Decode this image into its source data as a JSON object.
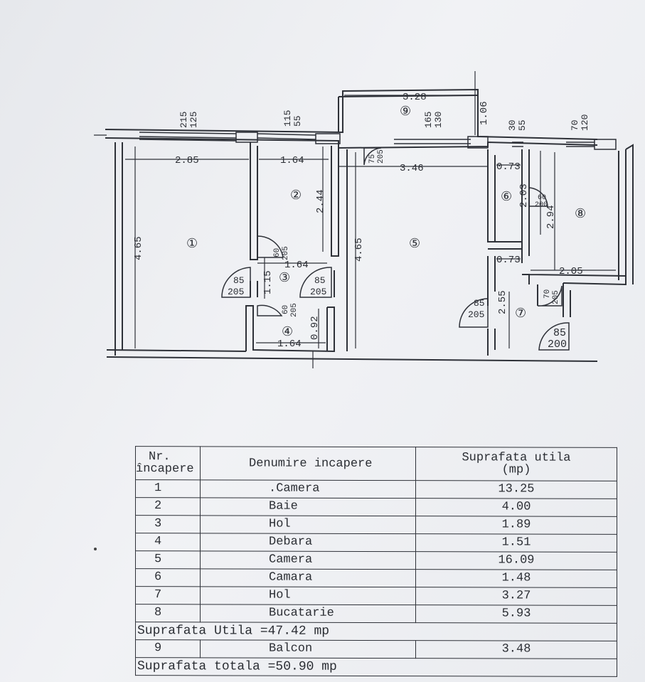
{
  "plan": {
    "rooms": [
      {
        "no": "①"
      },
      {
        "no": "②"
      },
      {
        "no": "③"
      },
      {
        "no": "④"
      },
      {
        "no": "⑤"
      },
      {
        "no": "⑥"
      },
      {
        "no": "⑦"
      },
      {
        "no": "⑧"
      },
      {
        "no": "⑨"
      }
    ],
    "dimensions": {
      "d_2_85": "2.85",
      "d_1_64_top": "1.64",
      "d_3_46": "3.46",
      "d_0_73_top": "0.73",
      "d_3_28": "3.28",
      "d_1_06": "1.06",
      "d_4_65_left": "4.65",
      "d_2_44": "2.44",
      "d_4_65_mid": "4.65",
      "d_1_64_mid": "1.64",
      "d_1_15": "1.15",
      "d_0_92": "0.92",
      "d_1_64_bot": "1.64",
      "d_0_73_mid": "0.73",
      "d_2_55": "2.55",
      "d_2_03": "2.03",
      "d_2_94": "2.94",
      "d_2_05": "2.05"
    },
    "windows": {
      "w1_a": "215",
      "w1_b": "125",
      "w2_a": "115",
      "w2_b": "55",
      "w3_a": "165",
      "w3_b": "130",
      "w4_a": "30",
      "w4_b": "55",
      "w5_a": "70",
      "w5_b": "120"
    },
    "doors": {
      "balcony_a": "75",
      "balcony_b": "205",
      "d1_a": "85",
      "d1_b": "205",
      "d2_a": "85",
      "d2_b": "205",
      "d3_a": "60",
      "d3_b": "205",
      "d4_a": "60",
      "d4_b": "205",
      "d5_a": "85",
      "d5_b": "205",
      "d6_a": "60",
      "d6_b": "200",
      "d7_a": "70",
      "d7_b": "205",
      "d8_a": "85",
      "d8_b": "200"
    }
  },
  "table": {
    "header": {
      "nr_line1": "Nr.",
      "nr_line2": "încapere",
      "name": "Denumire incapere",
      "area_line1": "Suprafata utila",
      "area_line2": "(mp)"
    },
    "rows": [
      {
        "nr": "1",
        "name": ".Camera",
        "area": "13.25"
      },
      {
        "nr": "2",
        "name": "Baie",
        "area": "4.00"
      },
      {
        "nr": "3",
        "name": "Hol",
        "area": "1.89"
      },
      {
        "nr": "4",
        "name": "Debara",
        "area": "1.51"
      },
      {
        "nr": "5",
        "name": "Camera",
        "area": "16.09"
      },
      {
        "nr": "6",
        "name": "Camara",
        "area": "1.48"
      },
      {
        "nr": "7",
        "name": "Hol",
        "area": "3.27"
      },
      {
        "nr": "8",
        "name": "Bucatarie",
        "area": "5.93"
      }
    ],
    "useful_total": "Suprafata Utila =47.42 mp",
    "balcony": {
      "nr": "9",
      "name": "Balcon",
      "area": "3.48"
    },
    "grand_total": "Suprafata totala =50.90 mp"
  }
}
